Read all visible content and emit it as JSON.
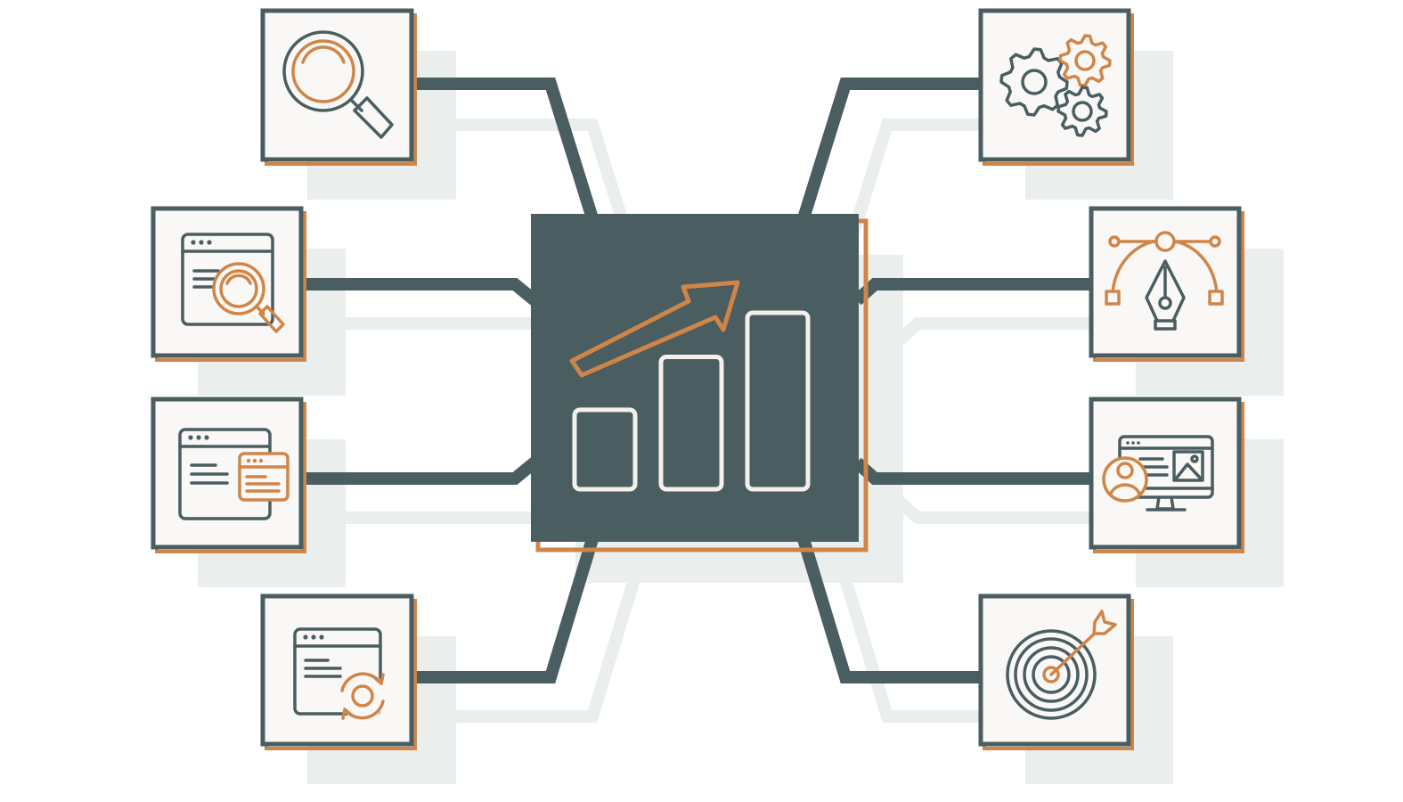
{
  "colors": {
    "dark": "#4a5d60",
    "accent": "#d08548",
    "box_fill": "#f9f8f6",
    "ghost": "#eaeeed",
    "background": "#ffffff",
    "bar_stroke": "#f4f1ec"
  },
  "hub": {
    "icon": "growth-chart-icon",
    "bar_levels": [
      0.45,
      0.75,
      1.0
    ]
  },
  "satellites": [
    {
      "id": "search",
      "icon": "magnifier-icon"
    },
    {
      "id": "web-search",
      "icon": "browser-search-icon"
    },
    {
      "id": "web-pages",
      "icon": "browser-windows-icon"
    },
    {
      "id": "web-refresh",
      "icon": "browser-refresh-icon"
    },
    {
      "id": "settings",
      "icon": "gears-icon"
    },
    {
      "id": "design",
      "icon": "pen-tool-icon"
    },
    {
      "id": "user-content",
      "icon": "monitor-user-icon"
    },
    {
      "id": "target",
      "icon": "target-icon"
    }
  ]
}
